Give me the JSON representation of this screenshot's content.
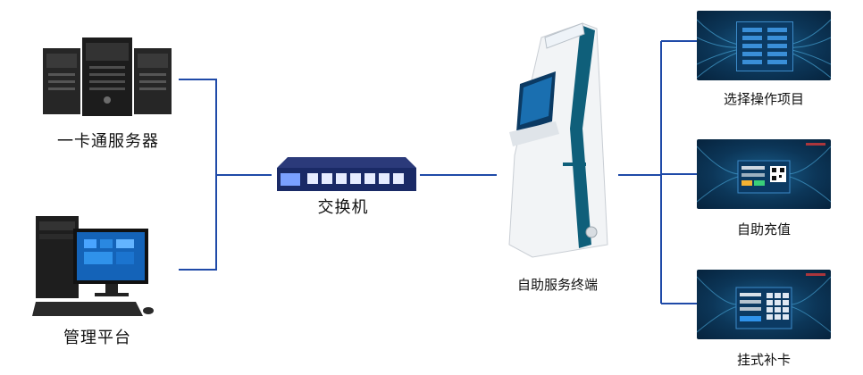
{
  "nodes": {
    "card_server": "一卡通服务器",
    "management_platform": "管理平台",
    "switch": "交换机",
    "kiosk": "自助服务终端",
    "select_operation": "选择操作项目",
    "self_recharge": "自助充值",
    "report_loss_reissue": "挂式补卡"
  },
  "colors": {
    "connector": "#1f4aa8",
    "kiosk_teal": "#0f5f7a",
    "screen_blue": "#0c3658"
  }
}
